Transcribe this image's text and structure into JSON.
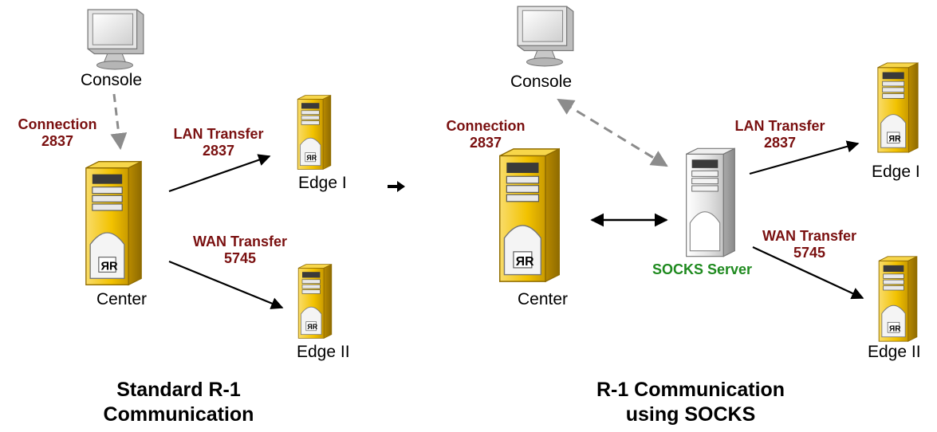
{
  "colors": {
    "server_yellow": "#f2c200",
    "server_silver": "#d8d8d8",
    "port_label": "#7a1010",
    "socks_label": "#1f8a1f",
    "arrow": "#000000",
    "dashed_arrow": "#8c8c8c"
  },
  "left": {
    "console_label": "Console",
    "connection_label": "Connection",
    "connection_port": "2837",
    "lan_label": "LAN Transfer",
    "lan_port": "2837",
    "wan_label": "WAN Transfer",
    "wan_port": "5745",
    "center_label": "Center",
    "edge1_label": "Edge I",
    "edge2_label": "Edge II",
    "title_line1": "Standard R-1",
    "title_line2": "Communication"
  },
  "right": {
    "console_label": "Console",
    "connection_label": "Connection",
    "connection_port": "2837",
    "lan_label": "LAN Transfer",
    "lan_port": "2837",
    "wan_label": "WAN Transfer",
    "wan_port": "5745",
    "center_label": "Center",
    "socks_label": "SOCKS Server",
    "edge1_label": "Edge I",
    "edge2_label": "Edge II",
    "title_line1": "R-1 Communication",
    "title_line2": "using SOCKS"
  },
  "icons": {
    "monitor": "monitor-icon",
    "server": "server-tower-icon",
    "transition": "right-arrow-icon"
  }
}
